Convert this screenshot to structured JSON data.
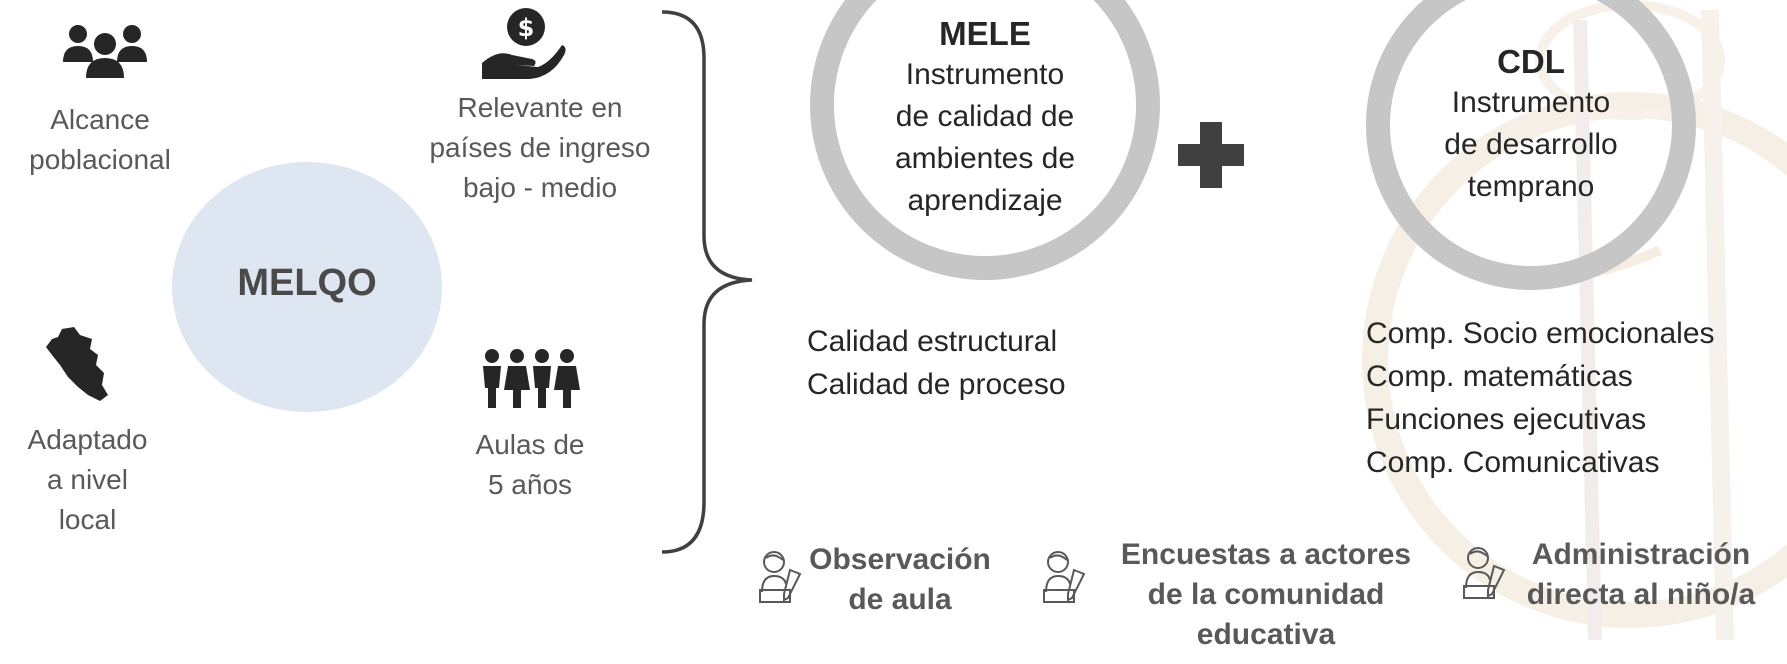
{
  "left": {
    "alcance": {
      "line1": "Alcance",
      "line2": "poblacional"
    },
    "relevante": {
      "line1": "Relevante en",
      "line2": "países de ingreso",
      "line3": "bajo - medio"
    },
    "center_label": "MELQO",
    "adaptado": {
      "line1": "Adaptado",
      "line2": "a nivel",
      "line3": "local"
    },
    "aulas": {
      "line1": "Aulas de",
      "line2": "5 años"
    }
  },
  "mele": {
    "title": "MELE",
    "line1": "Instrumento",
    "line2": "de calidad de",
    "line3": "ambientes de",
    "line4": "aprendizaje",
    "items": [
      "Calidad estructural",
      "Calidad de proceso"
    ]
  },
  "cdl": {
    "title": "CDL",
    "line1": "Instrumento",
    "line2": "de desarrollo",
    "line3": "temprano",
    "items": [
      "Comp. Socio emocionales",
      "Comp. matemáticas",
      "Funciones ejecutivas",
      "Comp. Comunicativas"
    ]
  },
  "methods": {
    "observacion": {
      "line1": "Observación",
      "line2": "de aula"
    },
    "encuestas": {
      "line1": "Encuestas a actores",
      "line2": "de la comunidad",
      "line3": "educativa"
    },
    "administracion": {
      "line1": "Administración",
      "line2": "directa al niño/a"
    }
  },
  "icons": {
    "people": "people-group-icon",
    "money_hand": "money-hand-icon",
    "map": "peru-map-icon",
    "children": "children-group-icon",
    "plus": "plus-icon",
    "brace": "curly-brace-icon",
    "writer": "person-writing-icon"
  },
  "colors": {
    "text_gray": "#595959",
    "text_dark": "#262626",
    "melqo_fill": "#dde6f1",
    "ring_gray": "#c6c6c6",
    "plus_dark": "#404040"
  }
}
